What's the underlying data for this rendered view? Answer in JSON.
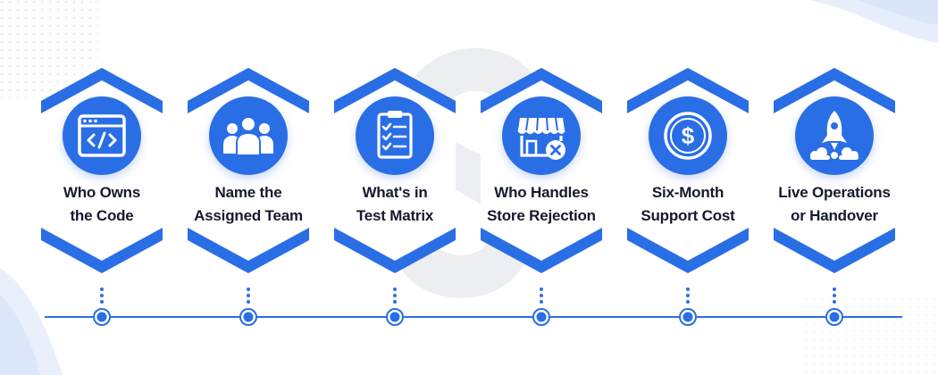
{
  "steps": [
    {
      "line1": "Who Owns",
      "line2": "the Code",
      "icon": "code-window-icon"
    },
    {
      "line1": "Name the",
      "line2": "Assigned Team",
      "icon": "team-icon"
    },
    {
      "line1": "What's in",
      "line2": "Test Matrix",
      "icon": "checklist-icon"
    },
    {
      "line1": "Who Handles",
      "line2": "Store Rejection",
      "icon": "store-rejection-icon"
    },
    {
      "line1": "Six-Month",
      "line2": "Support Cost",
      "icon": "dollar-coin-icon"
    },
    {
      "line1": "Live Operations",
      "line2": "or Handover",
      "icon": "rocket-icon"
    }
  ],
  "colors": {
    "accent": "#2a6ee6",
    "text": "#151a2d",
    "card": "#ffffff",
    "background": "#ffffff"
  }
}
